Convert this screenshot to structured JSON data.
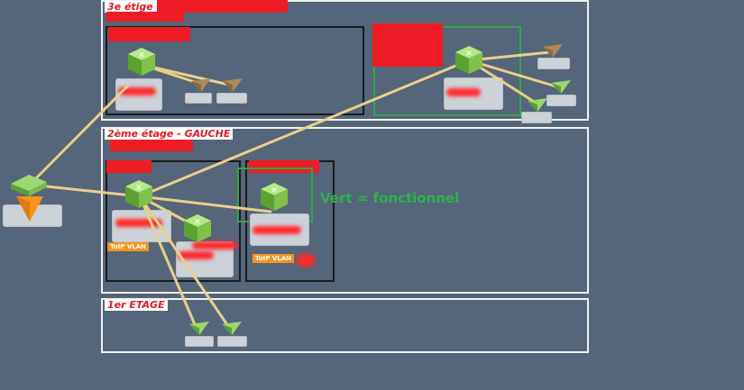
{
  "zones": {
    "floor3": "3e étige -",
    "floor2": "2ème étage - GAUCHE",
    "floor1": "1er ETAGE"
  },
  "legend": {
    "green_meaning": "Vert = fonctionnel"
  },
  "tags": {
    "toip_vlan_a": "ToIP VLAN",
    "toip_vlan_b": "ToIP VLAN"
  },
  "colors": {
    "background": "#55657a",
    "redaction": "#ee1c25",
    "functional_frame": "#2fa84a",
    "link": "#e9d08a"
  }
}
